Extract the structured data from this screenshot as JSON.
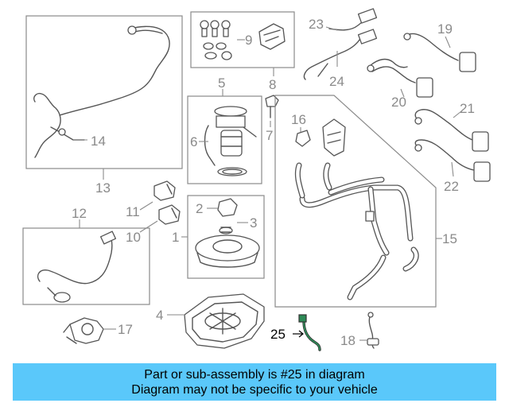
{
  "diagram": {
    "callouts": [
      "1",
      "2",
      "3",
      "4",
      "5",
      "6",
      "7",
      "8",
      "9",
      "10",
      "11",
      "12",
      "13",
      "14",
      "15",
      "16",
      "17",
      "18",
      "19",
      "20",
      "21",
      "22",
      "23",
      "24",
      "25"
    ],
    "highlighted_part": "25",
    "highlight_color": "#2e8b57"
  },
  "banner": {
    "line1": "Part or sub-assembly is #25 in diagram",
    "line2": "Diagram may not be specific to your vehicle",
    "background": "#5ac8fa"
  }
}
